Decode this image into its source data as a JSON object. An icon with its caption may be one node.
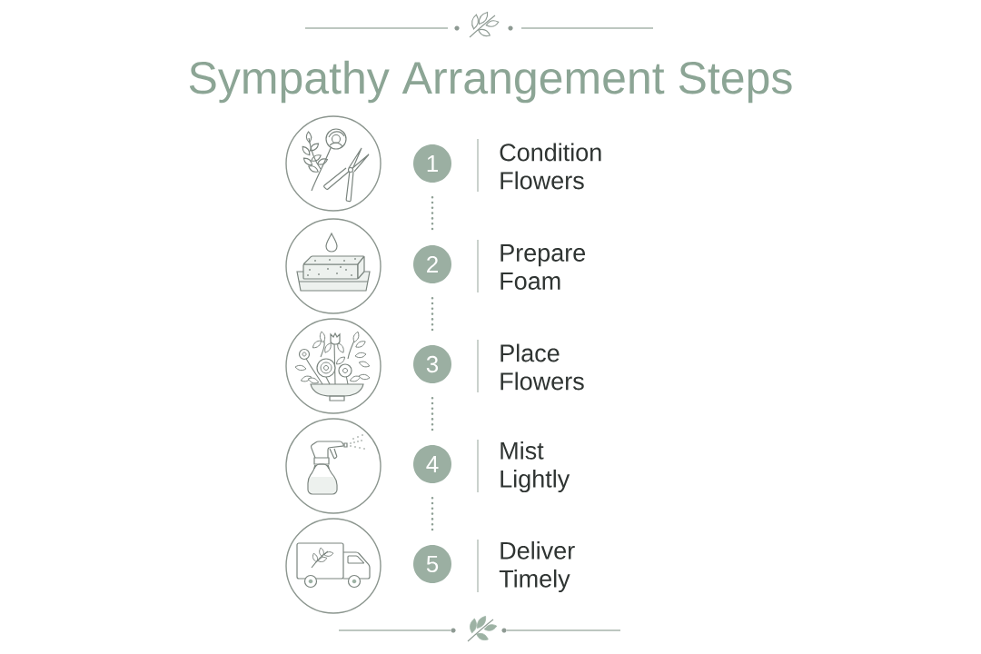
{
  "diagram": {
    "title": "Sympathy Arrangement Steps",
    "nodes": [
      {
        "text": [
          "1"
        ],
        "beside": [
          "Condition Flowers"
        ]
      },
      {
        "text": [
          "2"
        ],
        "beside": [
          "Prepare Foam"
        ]
      },
      {
        "text": [
          "3"
        ],
        "beside": [
          "Place Flowers"
        ]
      },
      {
        "text": [
          "4"
        ],
        "beside": [
          "Mist Lightly"
        ]
      },
      {
        "text": [
          "5"
        ],
        "beside": [
          "Deliver Timely"
        ]
      }
    ],
    "edges": [
      {
        "from": 0,
        "to": 1,
        "arrow": "none"
      },
      {
        "from": 1,
        "to": 2,
        "arrow": "none"
      },
      {
        "from": 2,
        "to": 3,
        "arrow": "none"
      },
      {
        "from": 3,
        "to": 4,
        "arrow": "none"
      }
    ]
  }
}
